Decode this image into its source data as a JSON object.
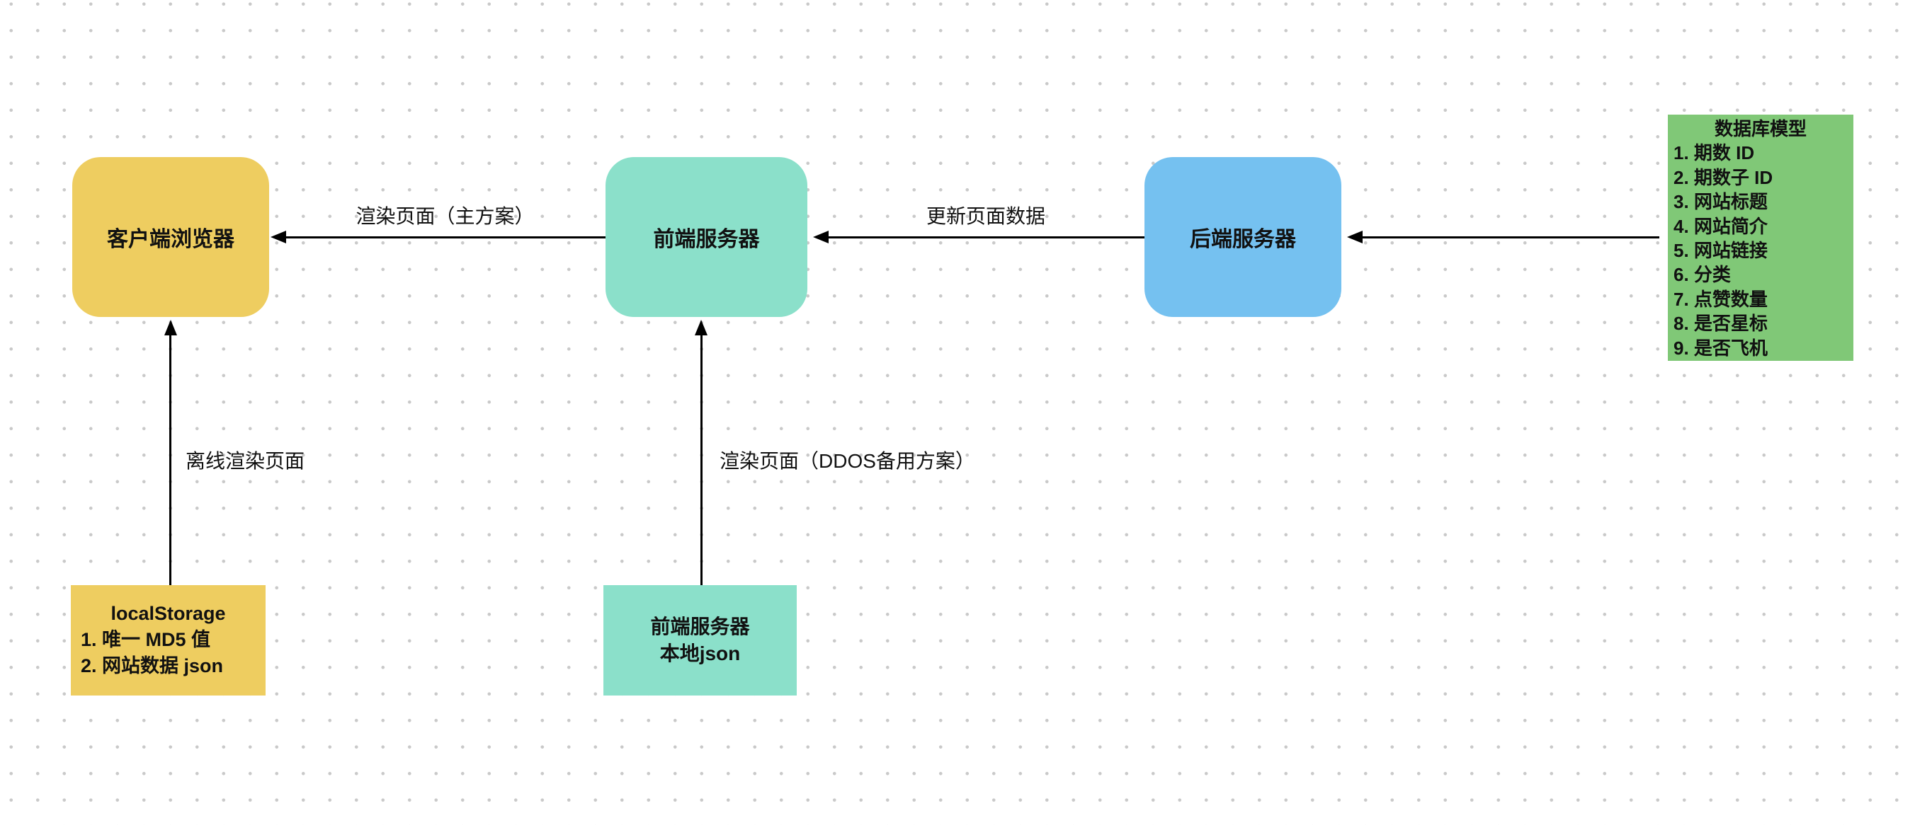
{
  "canvas": {
    "background": "#ffffff",
    "dot_color": "#c9c9c9"
  },
  "nodes": {
    "client_browser": {
      "label": "客户端浏览器",
      "color": "#EECD60"
    },
    "frontend_server": {
      "label": "前端服务器",
      "color": "#8BE0CA"
    },
    "backend_server": {
      "label": "后端服务器",
      "color": "#75C1F0"
    },
    "database_model": {
      "title": "数据库模型",
      "color": "#80C877",
      "items": [
        "1. 期数 ID",
        "2. 期数子 ID",
        "3. 网站标题",
        "4. 网站简介",
        "5. 网站链接",
        "6. 分类",
        "7. 点赞数量",
        "8. 是否星标",
        "9. 是否飞机"
      ]
    },
    "local_storage": {
      "title": "localStorage",
      "color": "#EECD60",
      "items": [
        "1. 唯一 MD5 值",
        "2. 网站数据 json"
      ]
    },
    "frontend_local_json": {
      "label": "前端服务器\n本地json",
      "color": "#8BE0CA"
    }
  },
  "edges": {
    "render_main": {
      "label": "渲染页面（主方案）"
    },
    "update_page_data": {
      "label": "更新页面数据"
    },
    "database_to_backend": {
      "label": ""
    },
    "offline_render": {
      "label": "离线渲染页面"
    },
    "render_ddos": {
      "label": "渲染页面（DDOS备用方案）"
    }
  }
}
